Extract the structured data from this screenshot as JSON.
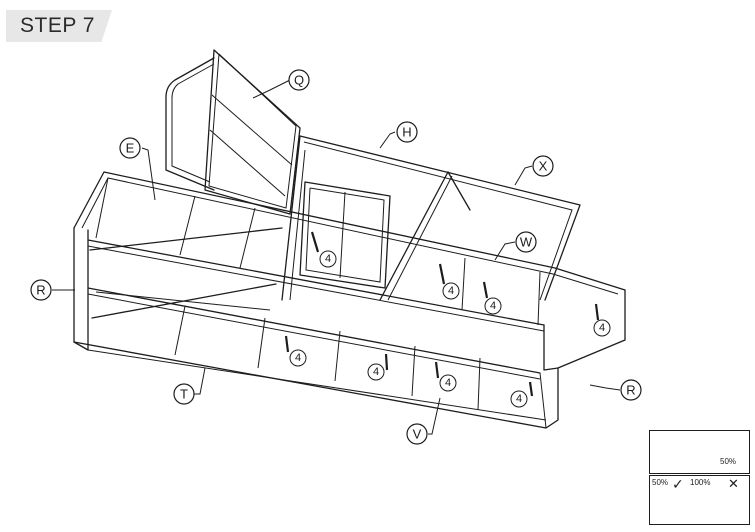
{
  "step": {
    "label": "STEP 7"
  },
  "callouts": {
    "Q": "Q",
    "H": "H",
    "E": "E",
    "X": "X",
    "W": "W",
    "R_left": "R",
    "R_right": "R",
    "T": "T",
    "V": "V"
  },
  "bolt_marker": "4",
  "torque": {
    "tighten_pct": "50%",
    "ok_pct": "50%",
    "over_pct": "100%",
    "ok_mark": "✓",
    "over_mark": "✕"
  },
  "icons": [
    "warning-icon",
    "allen-key-icon",
    "rotate-icon",
    "screw-icon"
  ]
}
